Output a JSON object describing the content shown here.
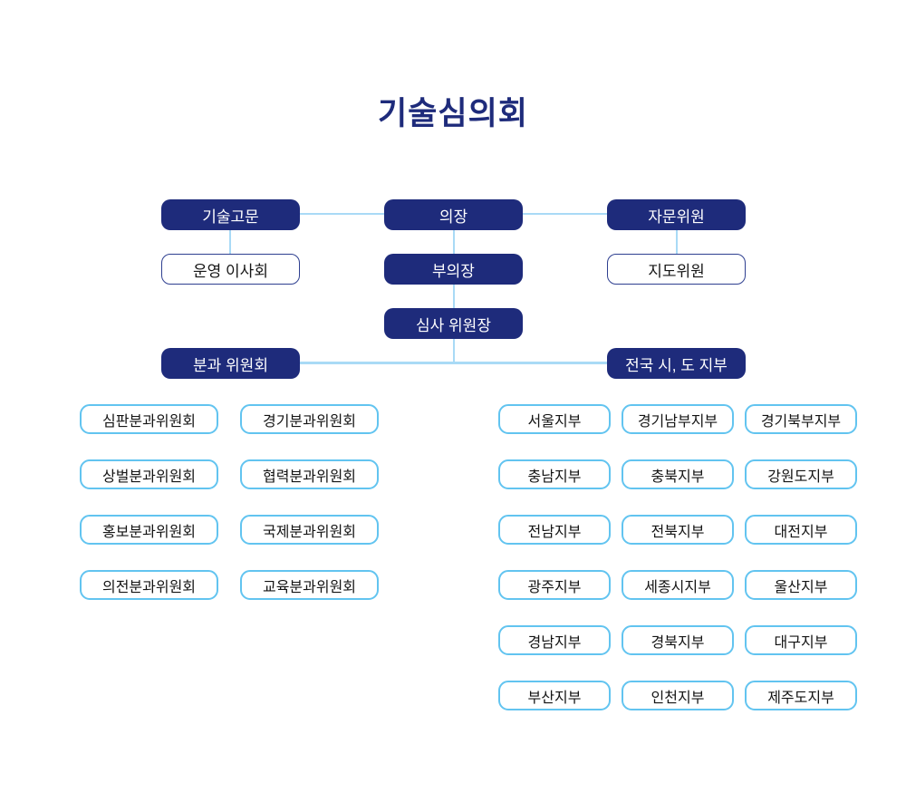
{
  "title": "기술심의회",
  "colors": {
    "navy": "#1e2b7b",
    "connector_blue": "#a9daf6",
    "leaf_border_blue": "#62c4f0",
    "sub_border_navy": "#2e3f90"
  },
  "nodes": {
    "tech_advisor": "기술고문",
    "chairman": "의장",
    "advisory_member": "자문위원",
    "steering_board": "운영 이사회",
    "vice_chairman": "부의장",
    "guidance_member": "지도위원",
    "review_chief": "심사 위원장",
    "subcommittees_head": "분과 위원회",
    "branches_head": "전국 시, 도 지부"
  },
  "subcommittees": [
    "심판분과위원회",
    "경기분과위원회",
    "상벌분과위원회",
    "협력분과위원회",
    "홍보분과위원회",
    "국제분과위원회",
    "의전분과위원회",
    "교육분과위원회"
  ],
  "branches": [
    "서울지부",
    "경기남부지부",
    "경기북부지부",
    "충남지부",
    "충북지부",
    "강원도지부",
    "전남지부",
    "전북지부",
    "대전지부",
    "광주지부",
    "세종시지부",
    "울산지부",
    "경남지부",
    "경북지부",
    "대구지부",
    "부산지부",
    "인천지부",
    "제주도지부"
  ]
}
